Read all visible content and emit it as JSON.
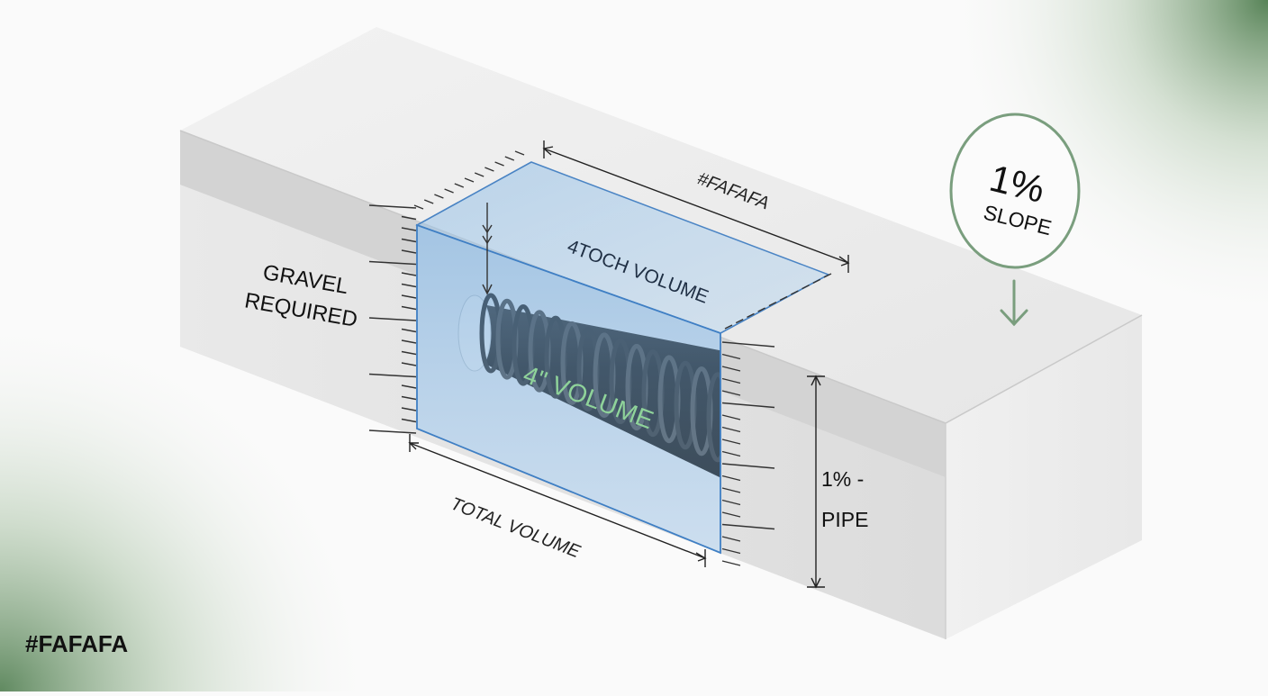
{
  "labels": {
    "top_dimension": "#FAFAFA",
    "trench_volume": "4TOCH VOLUME",
    "pipe_volume": "4\" VOLUME",
    "gravel_line1": "GRAVEL",
    "gravel_line2": "REQUIRED",
    "total_volume": "TOTAL VOLUME",
    "slope_percent": "1%",
    "slope_word": "SLOPE",
    "pipe_line1": "1% -",
    "pipe_line2": "PIPE",
    "brand": "#FAFAFA"
  },
  "colors": {
    "accent_green": "#7a9e7e",
    "label_green": "#8fd39a",
    "water_blue": "#6fa8dc",
    "background": "#fafafa"
  }
}
